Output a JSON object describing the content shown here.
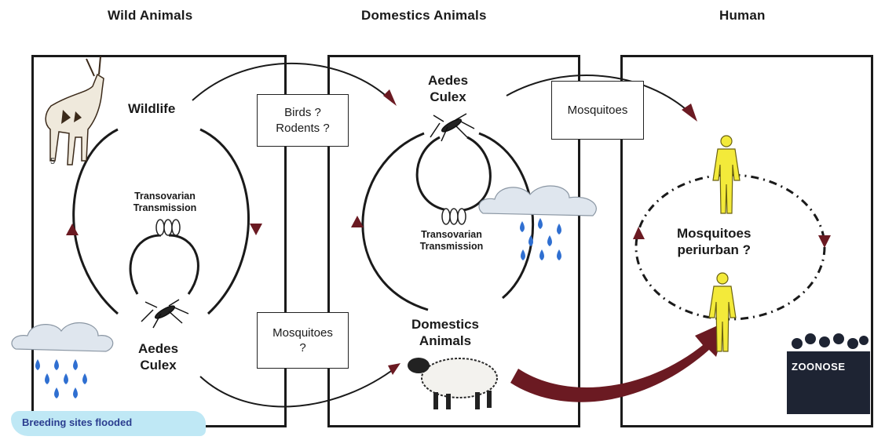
{
  "headers": {
    "wild": "Wild Animals",
    "domestic": "Domestics Animals",
    "human": "Human"
  },
  "wild_panel": {
    "wildlife": "Wildlife",
    "transovarian_1": "Transovarian",
    "transovarian_2": "Transmission",
    "vector_1": "Aedes",
    "vector_2": "Culex",
    "breeding": "Breeding sites flooded",
    "antelope_mark": "5"
  },
  "boxes": {
    "birds_rodents_1": "Birds ?",
    "birds_rodents_2": "Rodents ?",
    "mosquitoes_wild_1": "Mosquitoes",
    "mosquitoes_wild_2": "?",
    "mosquitoes_human": "Mosquitoes"
  },
  "domestic_panel": {
    "vector_1": "Aedes",
    "vector_2": "Culex",
    "transovarian_1": "Transovarian",
    "transovarian_2": "Transmission",
    "animals_1": "Domestics",
    "animals_2": "Animals"
  },
  "human_panel": {
    "periurban_1": "Mosquitoes",
    "periurban_2": "periurban ?",
    "zoonose": "ZOONOSE"
  },
  "colors": {
    "arrow": "#6b1a22",
    "human_figure": "#f3ea3a",
    "water": "#2f6fd1",
    "cloud": "#dfe6ee"
  }
}
